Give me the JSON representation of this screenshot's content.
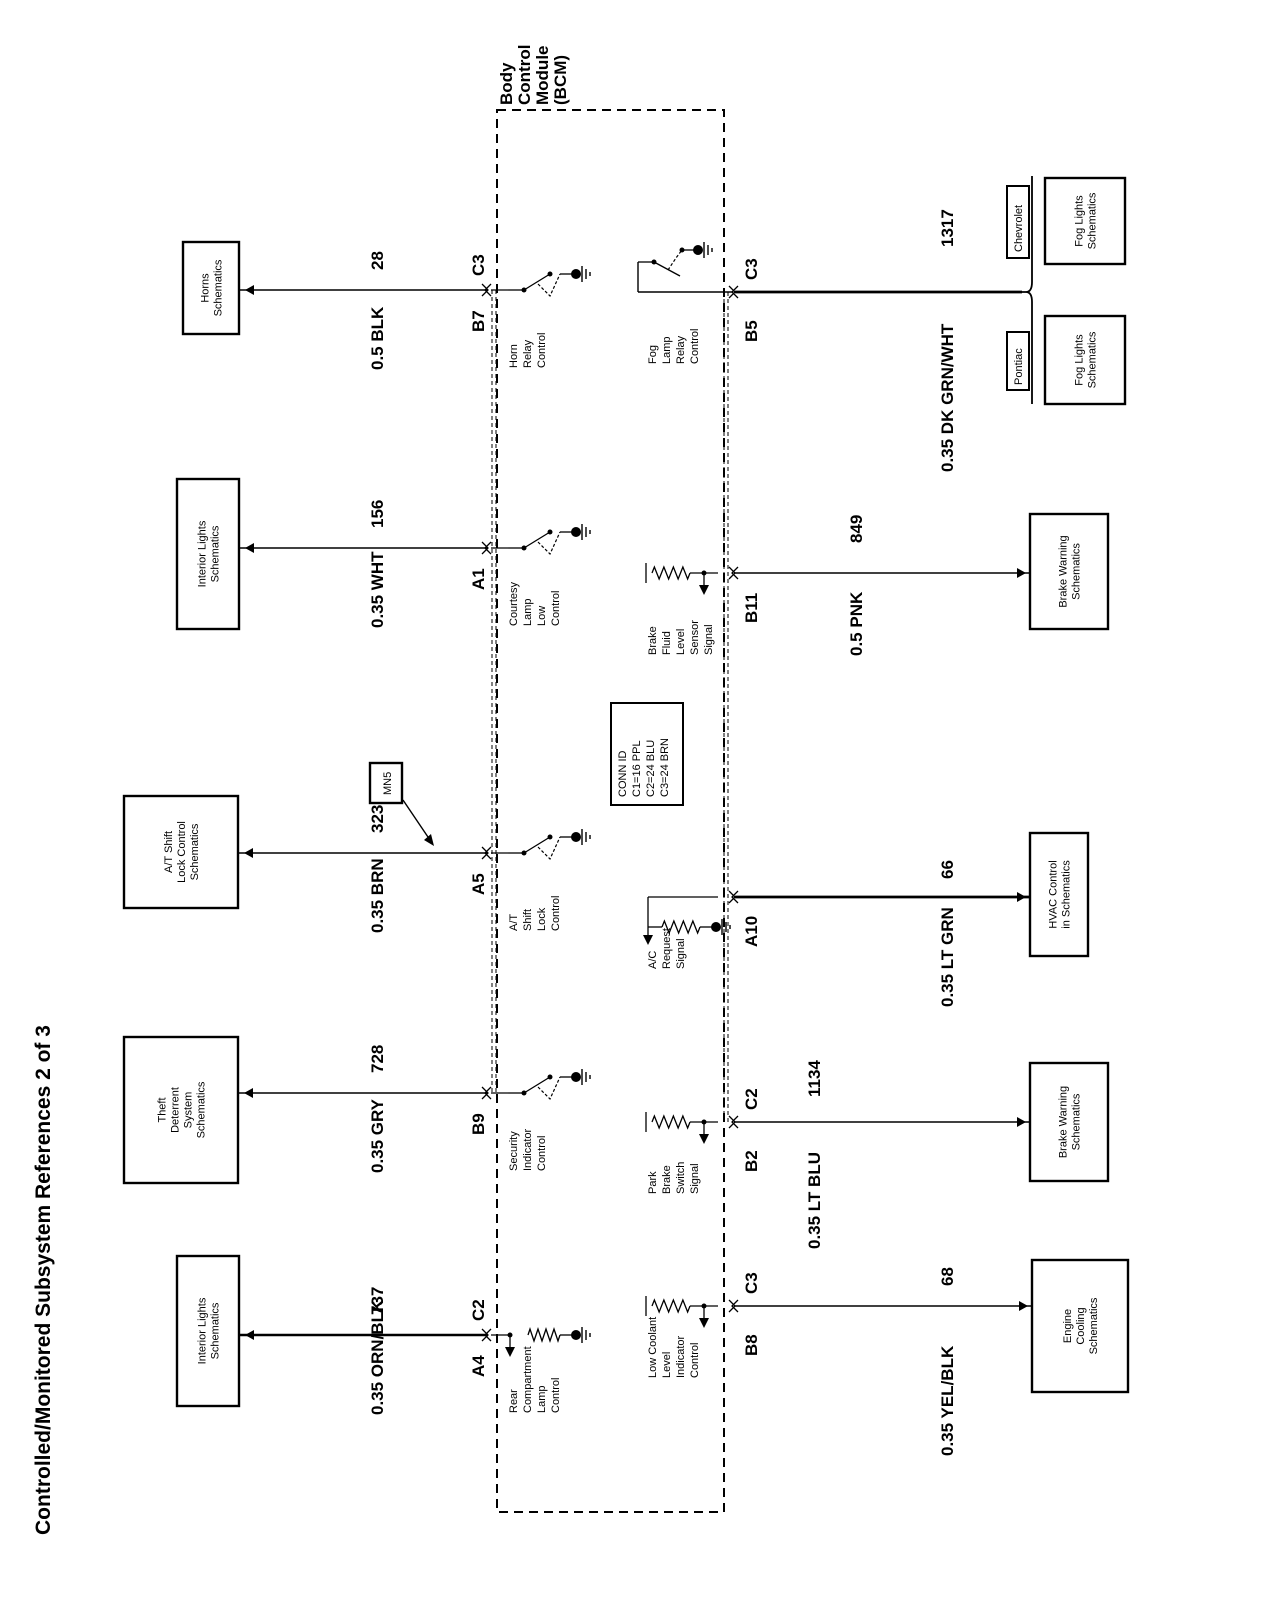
{
  "title": "Controlled/Monitored Subsystem References 2 of 3",
  "bcm": {
    "lines": [
      "Body",
      "Control",
      "Module",
      "(BCM)"
    ]
  },
  "conn_id": {
    "lines": [
      "CONN ID",
      "C1=16 PPL",
      "C2=24 BLU",
      "C3=24 BRN"
    ]
  },
  "splice": "MN5",
  "left_circuits": [
    {
      "schematic": [
        "Interior Lights",
        "Schematics"
      ],
      "wire": "0.35 ORN/BLK",
      "circuit": "737",
      "pin": "A4",
      "conn": "C2",
      "function": [
        "Rear",
        "Compartment",
        "Lamp",
        "Control"
      ]
    },
    {
      "schematic": [
        "Theft",
        "Deterrent",
        "System",
        "Schematics"
      ],
      "wire": "0.35 GRY",
      "circuit": "728",
      "pin": "B9",
      "conn": "",
      "function": [
        "Security",
        "Indicator",
        "Control"
      ]
    },
    {
      "schematic": [
        "A/T Shift",
        "Lock Control",
        "Schematics"
      ],
      "wire": "0.35 BRN",
      "circuit": "323",
      "pin": "A5",
      "conn": "",
      "function": [
        "A/T",
        "Shift",
        "Lock",
        "Control"
      ]
    },
    {
      "schematic": [
        "Interior Lights",
        "Schematics"
      ],
      "wire": "0.35 WHT",
      "circuit": "156",
      "pin": "A1",
      "conn": "",
      "function": [
        "Courtesy",
        "Lamp",
        "Low",
        "Control"
      ]
    },
    {
      "schematic": [
        "Horns",
        "Schematics"
      ],
      "wire": "0.5 BLK",
      "circuit": "28",
      "pin": "B7",
      "conn": "C3",
      "function": [
        "Horn",
        "Relay",
        "Control"
      ]
    }
  ],
  "right_circuits": [
    {
      "schematic": [
        "Engine",
        "Cooling",
        "Schematics"
      ],
      "wire": "0.35 YEL/BLK",
      "circuit": "68",
      "pin": "B8",
      "conn": "C3",
      "function": [
        "Low Coolant",
        "Level",
        "Indicator",
        "Control"
      ]
    },
    {
      "schematic": [
        "Brake Warning",
        "Schematics"
      ],
      "wire": "0.35 LT BLU",
      "circuit": "1134",
      "pin": "B2",
      "conn": "C2",
      "function": [
        "Park",
        "Brake",
        "Switch",
        "Signal"
      ]
    },
    {
      "schematic": [
        "HVAC Control",
        "in Schematics"
      ],
      "wire": "0.35 LT GRN",
      "circuit": "66",
      "pin": "A10",
      "conn": "",
      "function": [
        "A/C",
        "Request",
        "Signal"
      ]
    },
    {
      "schematic": [
        "Brake Warning",
        "Schematics"
      ],
      "wire": "0.5 PNK",
      "circuit": "849",
      "pin": "B11",
      "conn": "",
      "function": [
        "Brake",
        "Fluid",
        "Level",
        "Sensor",
        "Signal"
      ]
    },
    {
      "schematic": [],
      "wire": "0.35 DK GRN/WHT",
      "circuit": "1317",
      "pin": "B5",
      "conn": "C3",
      "function": [
        "Fog",
        "Lamp",
        "Relay",
        "Control"
      ]
    }
  ],
  "fog_branches": [
    {
      "variant": "Chevrolet",
      "schematic": [
        "Fog Lights",
        "Schematics"
      ]
    },
    {
      "variant": "Pontiac",
      "schematic": [
        "Fog Lights",
        "Schematics"
      ]
    }
  ]
}
